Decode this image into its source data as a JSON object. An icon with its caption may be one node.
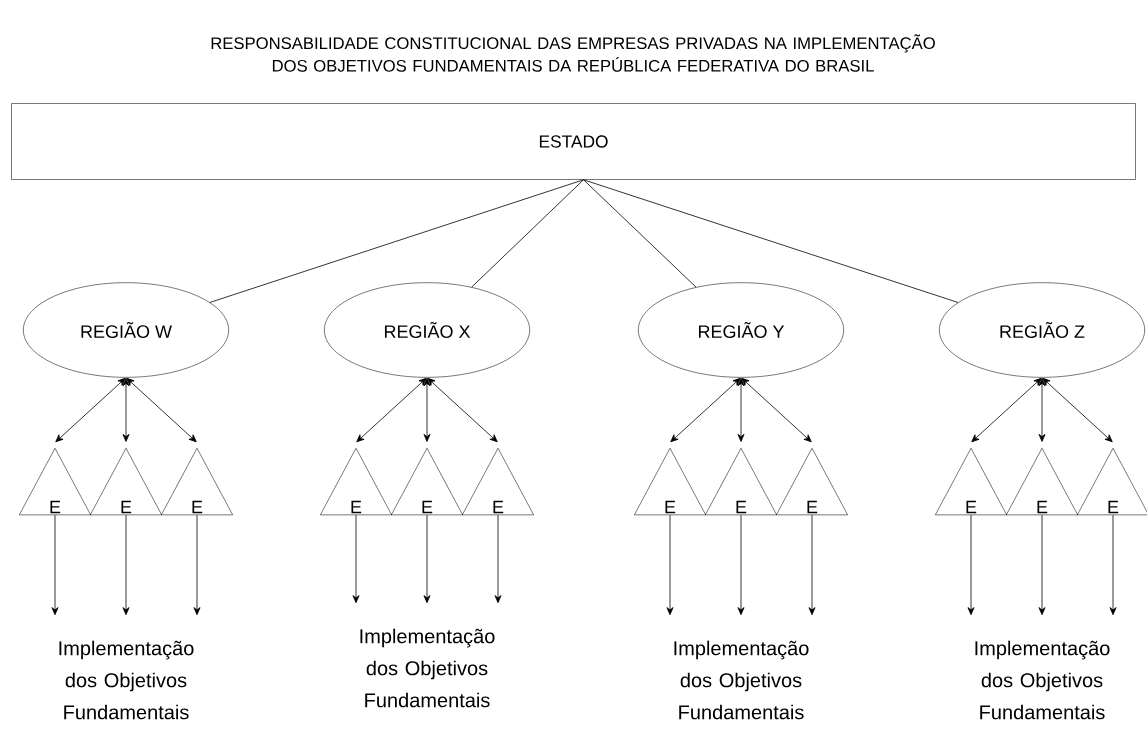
{
  "diagram": {
    "title": "RESPONSABILIDADE CONSTITUCIONAL DAS EMPRESAS PRIVADAS NA IMPLEMENTAÇÃO DOS OBJETIVOS FUNDAMENTAIS DA REPÚBLICA FEDERATIVA DO BRASIL",
    "nodes": [
      {
        "text": [
          "ESTADO"
        ]
      },
      {
        "text": [
          "REGIÃO W"
        ]
      },
      {
        "text": [
          "REGIÃO X"
        ]
      },
      {
        "text": [
          "REGIÃO Y"
        ]
      },
      {
        "text": [
          "REGIÃO Z"
        ]
      },
      {
        "text": [
          "E"
        ]
      },
      {
        "text": [
          "E"
        ]
      },
      {
        "text": [
          "E"
        ]
      },
      {
        "text": [
          "E"
        ]
      },
      {
        "text": [
          "E"
        ]
      },
      {
        "text": [
          "E"
        ]
      },
      {
        "text": [
          "E"
        ]
      },
      {
        "text": [
          "E"
        ]
      },
      {
        "text": [
          "E"
        ]
      },
      {
        "text": [
          "E"
        ]
      },
      {
        "text": [
          "E"
        ]
      },
      {
        "text": [
          "E"
        ]
      },
      {
        "text": [
          "Implementação dos Objetivos Fundamentais"
        ]
      },
      {
        "text": [
          "Implementação dos Objetivos Fundamentais"
        ]
      },
      {
        "text": [
          "Implementação dos Objetivos Fundamentais"
        ]
      },
      {
        "text": [
          "Implementação dos Objetivos Fundamentais"
        ]
      }
    ],
    "edges": [
      {
        "from": 0,
        "to": 1,
        "arrow": "none"
      },
      {
        "from": 0,
        "to": 2,
        "arrow": "none"
      },
      {
        "from": 0,
        "to": 3,
        "arrow": "none"
      },
      {
        "from": 0,
        "to": 4,
        "arrow": "none"
      },
      {
        "from": 1,
        "to": 5,
        "arrow": "both"
      },
      {
        "from": 1,
        "to": 6,
        "arrow": "both"
      },
      {
        "from": 1,
        "to": 7,
        "arrow": "both"
      },
      {
        "from": 2,
        "to": 8,
        "arrow": "both"
      },
      {
        "from": 2,
        "to": 9,
        "arrow": "both"
      },
      {
        "from": 2,
        "to": 10,
        "arrow": "both"
      },
      {
        "from": 3,
        "to": 11,
        "arrow": "both"
      },
      {
        "from": 3,
        "to": 12,
        "arrow": "both"
      },
      {
        "from": 3,
        "to": 13,
        "arrow": "both"
      },
      {
        "from": 4,
        "to": 14,
        "arrow": "both"
      },
      {
        "from": 4,
        "to": 15,
        "arrow": "both"
      },
      {
        "from": 4,
        "to": 16,
        "arrow": "both"
      },
      {
        "from": 5,
        "to": 17,
        "arrow": "to"
      },
      {
        "from": 6,
        "to": 17,
        "arrow": "to"
      },
      {
        "from": 7,
        "to": 17,
        "arrow": "to"
      },
      {
        "from": 8,
        "to": 18,
        "arrow": "to"
      },
      {
        "from": 9,
        "to": 18,
        "arrow": "to"
      },
      {
        "from": 10,
        "to": 18,
        "arrow": "to"
      },
      {
        "from": 11,
        "to": 19,
        "arrow": "to"
      },
      {
        "from": 12,
        "to": 19,
        "arrow": "to"
      },
      {
        "from": 13,
        "to": 19,
        "arrow": "to"
      },
      {
        "from": 14,
        "to": 20,
        "arrow": "to"
      },
      {
        "from": 15,
        "to": 20,
        "arrow": "to"
      },
      {
        "from": 16,
        "to": 20,
        "arrow": "to"
      }
    ]
  }
}
